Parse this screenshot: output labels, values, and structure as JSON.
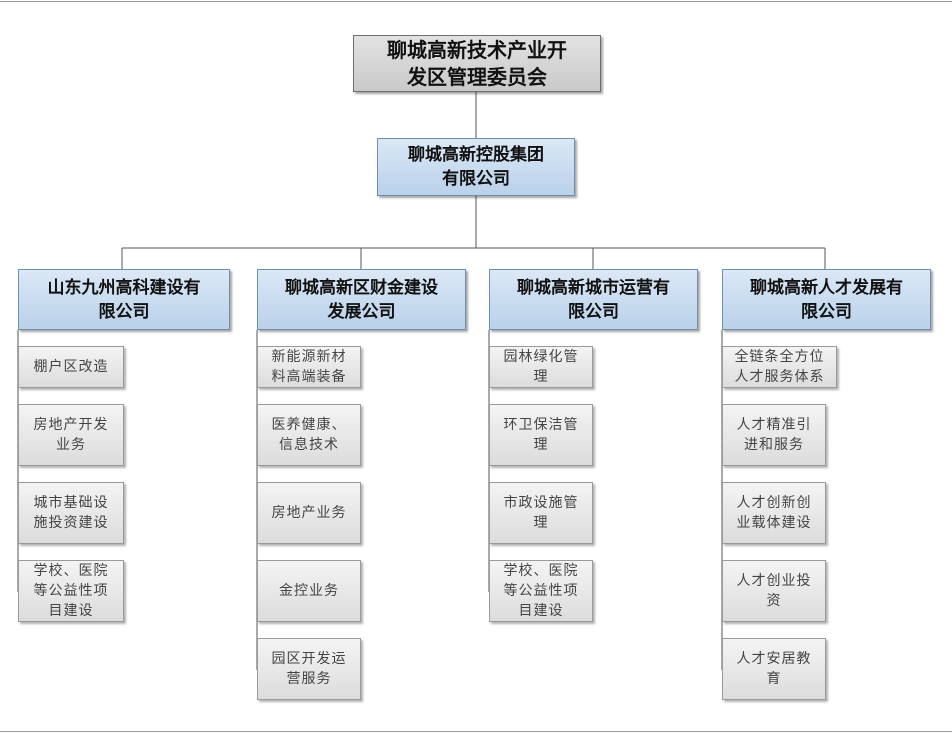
{
  "root": {
    "label": "聊城高新技术产业开\n发区管理委员会"
  },
  "holding": {
    "label": "聊城高新控股集团\n有限公司"
  },
  "companies": [
    {
      "label": "山东九州高科建设有\n限公司",
      "items": [
        "棚户区改造",
        "房地产开发\n业务",
        "城市基础设\n施投资建设",
        "学校、医院\n等公益性项\n目建设"
      ]
    },
    {
      "label": "聊城高新区财金建设\n发展公司",
      "items": [
        "新能源新材\n料高端装备",
        "医养健康、\n信息技术",
        "房地产业务",
        "金控业务",
        "园区开发运\n营服务"
      ]
    },
    {
      "label": "聊城高新城市运营有\n限公司",
      "items": [
        "园林绿化管\n理",
        "环卫保洁管\n理",
        "市政设施管\n理",
        "学校、医院\n等公益性项\n目建设"
      ]
    },
    {
      "label": "聊城高新人才发展有\n限公司",
      "items": [
        "全链条全方位\n人才服务体系",
        "人才精准引\n进和服务",
        "人才创新创\n业载体建设",
        "人才创业投\n资",
        "人才安居教\n育"
      ]
    }
  ]
}
